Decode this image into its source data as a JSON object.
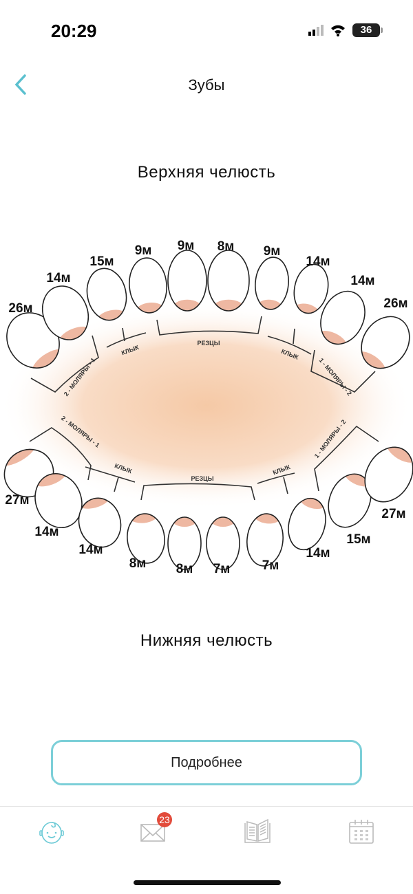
{
  "status": {
    "time": "20:29",
    "battery": "36"
  },
  "header": {
    "title": "Зубы"
  },
  "upper_jaw": {
    "title": "Верхняя челюсть",
    "teeth": [
      "26м",
      "14м",
      "15м",
      "9м",
      "9м",
      "8м",
      "9м",
      "14м",
      "14м",
      "26м"
    ],
    "groups": {
      "molars_left": "2 - МОЛЯРЫ - 1",
      "canine_left": "КЛЫК",
      "incisors": "РЕЗЦЫ",
      "canine_right": "КЛЫК",
      "molars_right": "1 - МОЛЯРЫ - 2"
    }
  },
  "lower_jaw": {
    "title": "Нижняя челюсть",
    "teeth": [
      "27м",
      "14м",
      "14м",
      "8м",
      "8м",
      "7м",
      "7м",
      "14м",
      "15м",
      "27м"
    ],
    "groups": {
      "molars_left": "2 - МОЛЯРЫ - 1",
      "canine_left": "КЛЫК",
      "incisors": "РЕЗЦЫ",
      "canine_right": "КЛЫК",
      "molars_right": "1 - МОЛЯРЫ - 2"
    }
  },
  "more_button": "Подробнее",
  "tabbar": {
    "messages_badge": "23",
    "tabs": [
      "baby-icon",
      "mail-icon",
      "book-icon",
      "calendar-icon"
    ]
  },
  "colors": {
    "accent": "#5bc0cf",
    "gum": "#eeb8a2",
    "badge": "#e24b3b"
  }
}
